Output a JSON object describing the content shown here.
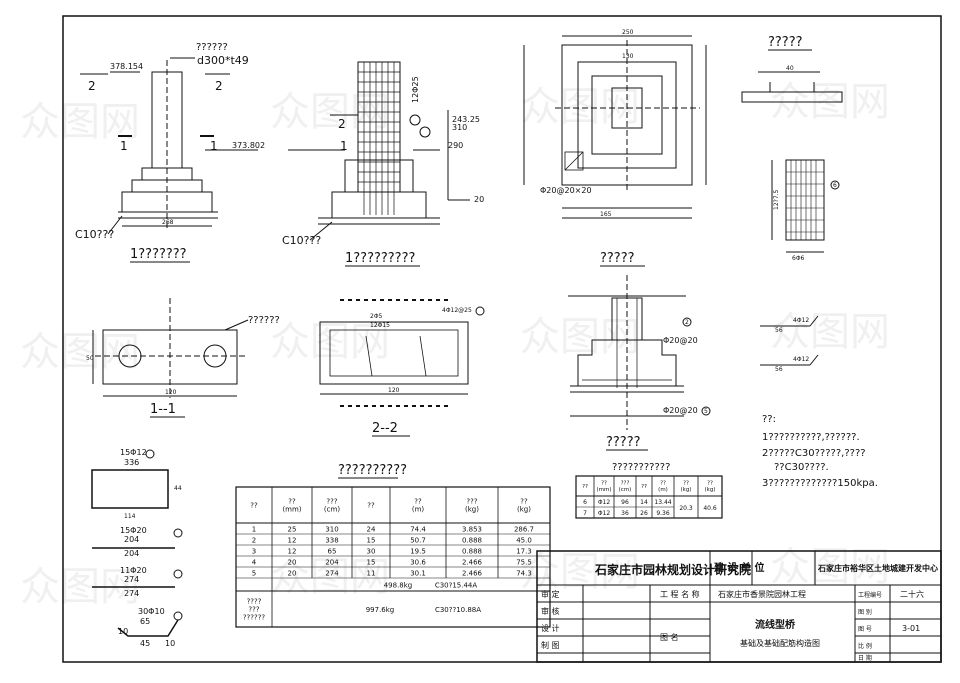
{
  "drawing": {
    "top_left_annotation": "??????",
    "pipe_spec": "d300*t49",
    "elev_top": "378.154",
    "elev_ground": "373.802",
    "label_2_left": "2",
    "label_2_right": "2",
    "label_1_left": "1",
    "label_1_right": "1",
    "dim_268": "268",
    "base_note_left": "C10???",
    "title_elev1": "1???????",
    "title_elev2": "1?????????",
    "title_plan": "?????",
    "title_rebar": "?????",
    "title_sec11": "1--1",
    "title_sec22": "2--2",
    "title_sec_b": "?????",
    "title_table": "??????????",
    "title_table2": "???????????",
    "plan_label": "??????",
    "mid_label_2": "2",
    "mid_label_1": "1",
    "mid_dim_290": "290",
    "mid_dim_20": "20",
    "mid_bar1": "243.25",
    "mid_bar1b": "310",
    "mid_base_note": "C10???",
    "mid_vert": "12Φ25",
    "plan_bar": "Φ20@20×20",
    "plan_dim_top": "250",
    "plan_dim_inner": "130",
    "plan_dim_bot": "165",
    "sec22_bar_a": "4Φ12@25",
    "sec22_bar_b": "12Φ15",
    "sec22_dim": "2Φ5",
    "sec22_width": "120",
    "secb_bar1": "Φ20@20",
    "secb_bar2": "Φ20@20",
    "secb_label2": "2",
    "secb_label5": "5",
    "mesh_dim": "12?7.5",
    "mesh_dim2": "6Φ6",
    "mesh_label": "6",
    "rebar_top_dim": "40",
    "bar_a_label": "4Φ12",
    "bar_a_dim": "56",
    "bar_b_label": "4Φ12",
    "bar_b_dim": "56",
    "bar2_label": "15Φ12",
    "bar2_len": "336",
    "bar2_w": "114",
    "bar2_h": "44",
    "bar4_label": "15Φ20",
    "bar4_a": "204",
    "bar4_b": "204",
    "bar5_label": "11Φ20",
    "bar5_a": "274",
    "bar5_b": "274",
    "bar3_label": "30Φ10",
    "bar3_a": "65",
    "bar3_b": "45",
    "bar3_c": "10",
    "bar3_d": "10",
    "sec11_dim": "120",
    "sec11_h": "50"
  },
  "notes": {
    "head": "??:",
    "line1": "1??????????,??????.",
    "line2": "2?????C30?????,????",
    "line3": "??C30????.",
    "line4": "3?????????????150kpa."
  },
  "main_table": {
    "headers": [
      "??",
      "??\n(mm)",
      "???\n(cm)",
      "??",
      "??\n(m)",
      "???\n(kg)",
      "??\n(kg)"
    ],
    "rows": [
      [
        "1",
        "25",
        "310",
        "24",
        "74.4",
        "3.853",
        "286.7"
      ],
      [
        "2",
        "12",
        "338",
        "15",
        "50.7",
        "0.888",
        "45.0"
      ],
      [
        "3",
        "12",
        "65",
        "30",
        "19.5",
        "0.888",
        "17.3"
      ],
      [
        "4",
        "20",
        "204",
        "15",
        "30.6",
        "2.466",
        "75.5"
      ],
      [
        "5",
        "20",
        "274",
        "11",
        "30.1",
        "2.466",
        "74.3"
      ]
    ],
    "sum1_value": "498.8kg",
    "sum1_note": "C30?15.44A",
    "sum2_label": "????\n???\n??????",
    "sum2_value": "997.6kg",
    "sum2_note": "C30??10.88A"
  },
  "small_table": {
    "headers": [
      "??",
      "??\n(mm)",
      "???\n(cm)",
      "??",
      "??\n(m)",
      "??\n(kg)",
      "??\n(kg)"
    ],
    "rows": [
      [
        "6",
        "Φ12",
        "96",
        "14",
        "13.44",
        "20.3",
        "40.6"
      ],
      [
        "7",
        "Φ12",
        "36",
        "26",
        "9.36",
        "",
        ""
      ]
    ]
  },
  "title_block": {
    "institute": "石家庄市园林规划设计研究院",
    "client_label": "建 设 单 位",
    "client": "石家庄市裕华区土地城建开发中心",
    "project_label": "工 程 名 称",
    "project": "石家庄市香景院园林工程",
    "drawing_no_label": "工程编号",
    "drawing_no": "二十六",
    "role_labels": [
      "审   定",
      "审   核",
      "设   计",
      "制   图"
    ],
    "name_label": "图   名",
    "drawing_name1": "流线型桥",
    "drawing_name2": "基础及基础配筋构造图",
    "right_labels": [
      "图   别",
      "图   号",
      "比   例",
      "日   期"
    ],
    "fig_no": "3-01",
    "right_top": "工程编号"
  },
  "watermark": "众图网"
}
